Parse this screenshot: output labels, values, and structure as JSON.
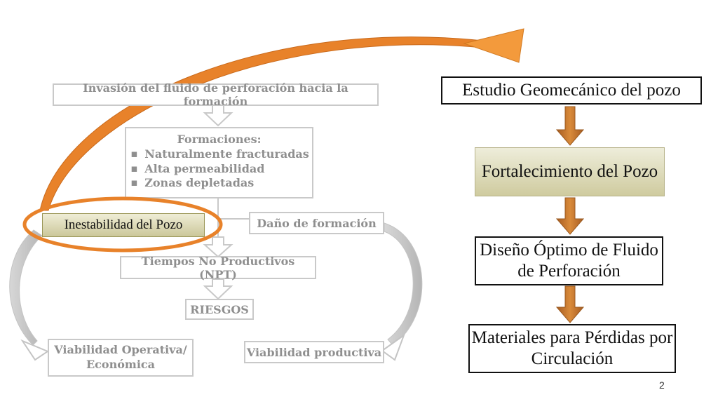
{
  "left_diagram": {
    "invasion": "Invasión del fluido de perforación hacia la formación",
    "formations_title": "Formaciones:",
    "formations_items": [
      "Naturalmente fracturadas",
      "Alta permeabilidad",
      "Zonas depletadas"
    ],
    "instability": "Inestabilidad del Pozo",
    "damage": "Daño de formación",
    "npt": "Tiempos No Productivos (NPT)",
    "risks": "RIESGOS",
    "op_viability": "Viabilidad Operativa/ Económica",
    "prod_viability": "Viabilidad productiva"
  },
  "right_diagram": {
    "step1": "Estudio Geomecánico del pozo",
    "step2": "Fortalecimiento del Pozo",
    "step3": "Diseño Óptimo de Fluido de Perforación",
    "step4": "Materiales para Pérdidas por Circulación"
  },
  "page_number": "2",
  "colors": {
    "orange": "#e8822a",
    "faded_border": "#c9c9c9",
    "faded_text": "#8f8f8f",
    "olive_fill": "#dcd9b4",
    "brown_arrow": "#b5722f"
  }
}
